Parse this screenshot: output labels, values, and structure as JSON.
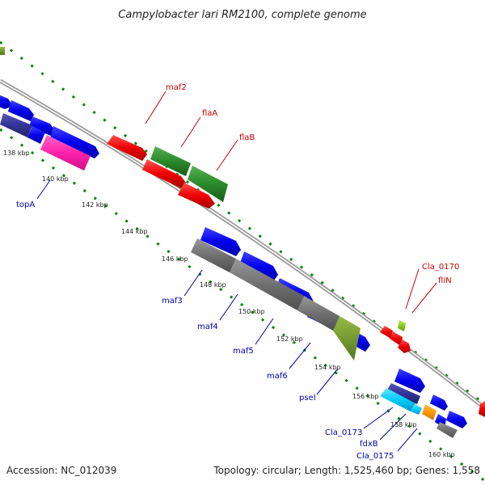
{
  "title": "Campylobacter lari RM2100, complete genome",
  "footer": {
    "accession": "Accession: NC_012039",
    "topology": "Topology: circular; Length: 1,525,460 bp; Genes: 1,558"
  },
  "ticks": [
    "138 kbp",
    "140 kbp",
    "142 kbp",
    "144 kbp",
    "146 kbp",
    "148 kbp",
    "150 kbp",
    "152 kbp",
    "154 kbp",
    "156 kbp",
    "158 kbp",
    "160 kbp"
  ],
  "genes_top": [
    "maf2",
    "flaA",
    "flaB",
    "Cla_0170",
    "fliN"
  ],
  "genes_bottom": [
    "topA",
    "maf3",
    "maf4",
    "maf5",
    "maf6",
    "pseI",
    "Cla_0173",
    "fdxB",
    "Cla_0175"
  ],
  "colors": {
    "red": "#ee0000",
    "green": "#2a8a2a",
    "blue": "#0000ee",
    "grey": "#707070",
    "navy": "#333399",
    "magenta": "#ff22aa",
    "cyan": "#00ccff",
    "orange": "#ff9900",
    "lime": "#88cc22",
    "backbone": "#999999",
    "dots": "#008800"
  }
}
